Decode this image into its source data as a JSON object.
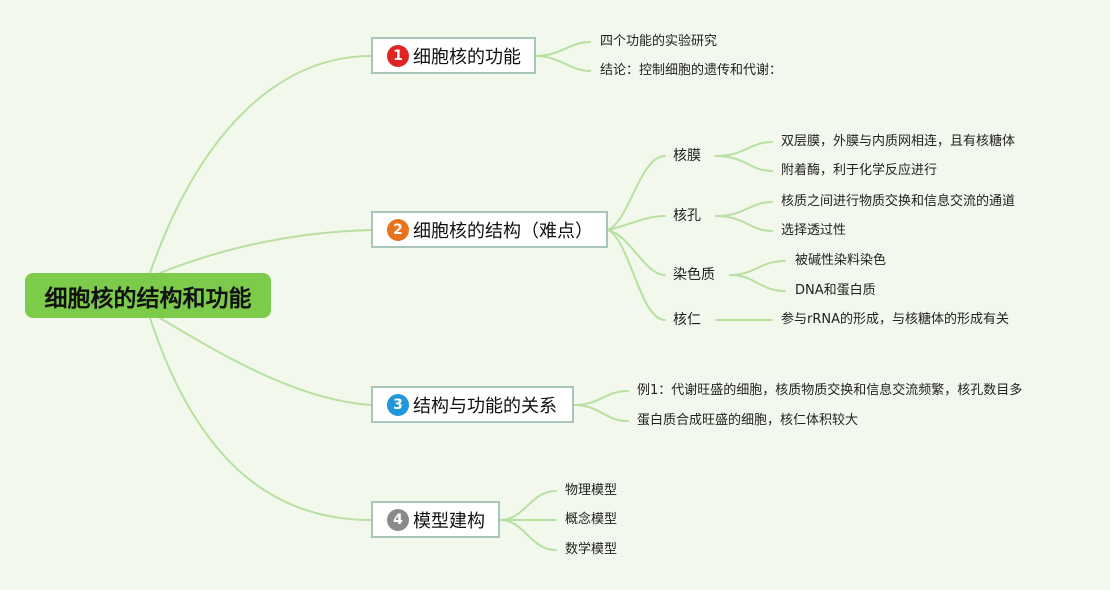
{
  "root": {
    "title": "细胞核的结构和功能"
  },
  "branches": [
    {
      "number": "1",
      "color": "#e02424",
      "title": "细胞核的功能",
      "leaves": [
        "四个功能的实验研究",
        "结论：控制细胞的遗传和代谢："
      ]
    },
    {
      "number": "2",
      "color": "#e8731c",
      "title": "细胞核的结构（难点）",
      "subs": [
        {
          "label": "核膜",
          "leaves": [
            "双层膜，外膜与内质网相连，且有核糖体",
            "附着酶，利于化学反应进行"
          ]
        },
        {
          "label": "核孔",
          "leaves": [
            "核质之间进行物质交换和信息交流的通道",
            "选择透过性"
          ]
        },
        {
          "label": "染色质",
          "leaves": [
            "被碱性染料染色",
            "DNA和蛋白质"
          ]
        },
        {
          "label": "核仁",
          "leaves": [
            "参与rRNA的形成，与核糖体的形成有关"
          ]
        }
      ]
    },
    {
      "number": "3",
      "color": "#1f97d8",
      "title": "结构与功能的关系",
      "leaves": [
        "例1：代谢旺盛的细胞，核质物质交换和信息交流频繁，核孔数目多",
        "蛋白质合成旺盛的细胞，核仁体积较大"
      ]
    },
    {
      "number": "4",
      "color": "#8a8a8a",
      "title": "模型建构",
      "leaves": [
        "物理模型",
        "概念模型",
        "数学模型"
      ]
    }
  ]
}
